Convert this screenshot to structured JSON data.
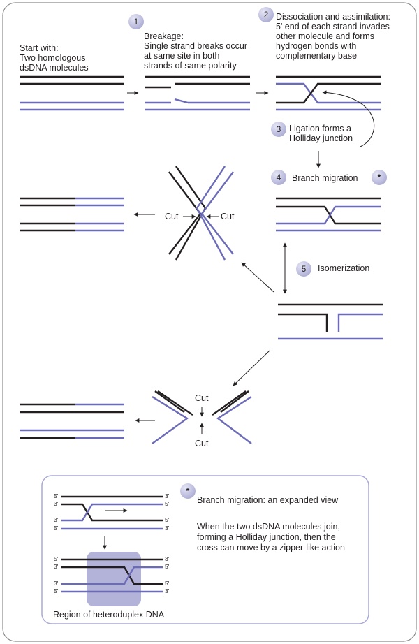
{
  "intro": {
    "lines": [
      "Start with:",
      "Two homologous",
      "dsDNA molecules"
    ]
  },
  "steps": {
    "breakage": {
      "number": "1",
      "lines": [
        "Breakage:",
        "Single strand breaks occur",
        "at same site in both",
        "strands of same polarity"
      ]
    },
    "dissociation": {
      "number": "2",
      "lines": [
        "Dissociation and assimilation:",
        "5' end of each strand invades",
        "other molecule and forms",
        "hydrogen bonds with",
        "complementary base"
      ]
    },
    "ligation": {
      "number": "3",
      "lines": [
        "Ligation forms a",
        "Holliday junction"
      ]
    },
    "branch_migration": {
      "number": "4",
      "label": "Branch migration",
      "marker": "*"
    },
    "isomerization": {
      "number": "5",
      "label": "Isomerization"
    }
  },
  "cut_labels": {
    "left": "Cut",
    "right": "Cut",
    "top": "Cut",
    "bottom": "Cut"
  },
  "inset": {
    "marker": "*",
    "title": "Branch migration: an expanded view",
    "description": [
      "When the two dsDNA molecules join,",
      "forming a Holliday junction, then the",
      "cross can move by a zipper-like action"
    ],
    "region_label": "Region of heteroduplex DNA",
    "end_labels": {
      "five_prime": "5'",
      "three_prime": "3'"
    }
  },
  "colors": {
    "strand_black": "#231f20",
    "strand_blue": "#6b6bb8",
    "badge": "#b9b9dc",
    "region": "#b3b3d9",
    "frame": "#8a8a8a",
    "inset_border": "#a9a9d6"
  }
}
